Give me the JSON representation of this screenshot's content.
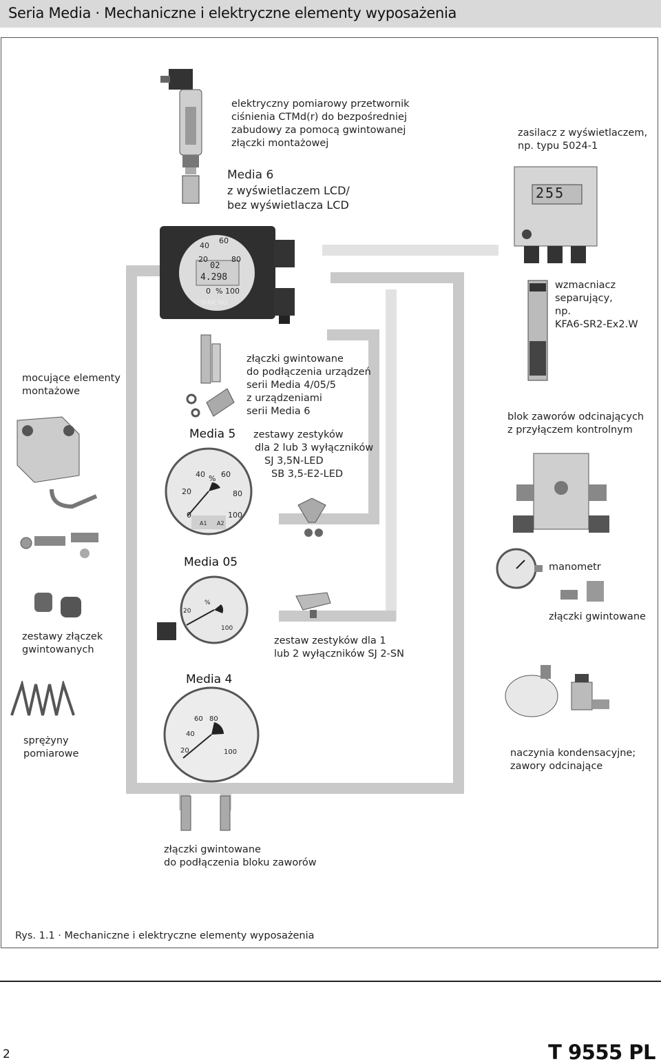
{
  "header": {
    "title": "Seria Media · Mechaniczne i elektryczne elementy wyposażenia"
  },
  "labels": {
    "transmitter": [
      "elektryczny pomiarowy przetwornik",
      "ciśnienia CTMd(r) do bezpośredniej",
      "zabudowy za pomocą gwintowanej",
      "złączki montażowej"
    ],
    "power_supply": [
      "zasilacz z wyświetlaczem,",
      "np. typu 5024-1"
    ],
    "media6": {
      "name": "Media 6",
      "desc": [
        "z wyświetlaczem LCD/",
        "bez wyświetlacza LCD"
      ]
    },
    "amplifier": [
      "wzmacniacz",
      "separujący,",
      "np.",
      "KFA6-SR2-Ex2.W"
    ],
    "mounting": [
      "mocujące elementy",
      "montażowe"
    ],
    "fittings_media": [
      "złączki gwintowane",
      "do podłączenia urządzeń",
      "serii Media 4/05/5",
      "z urządzeniami",
      "serii Media 6"
    ],
    "contacts": [
      "zestawy zestyków",
      "dla 2 lub 3 wyłączników",
      "SJ 3,5N-LED",
      "SB 3,5-E2-LED"
    ],
    "media5": "Media 5",
    "valve_block": [
      "blok zaworów odcinających",
      "z przyłączem kontrolnym"
    ],
    "media05": "Media 05",
    "manometer": "manometr",
    "fittings": "złączki gwintowane",
    "fitting_sets": [
      "zestawy złączek",
      "gwintowanych"
    ],
    "contact_set": [
      "zestaw zestyków dla 1",
      "lub 2 wyłączników SJ 2-SN"
    ],
    "media4": "Media 4",
    "springs": [
      "sprężyny",
      "pomiarowe"
    ],
    "condensers": [
      "naczynia kondensacyjne;",
      "zawory odcinające"
    ],
    "fittings_block": [
      "złączki gwintowane",
      "do podłączenia bloku zaworów"
    ]
  },
  "displays": {
    "psu_value": "255",
    "media6_values": [
      "02",
      "4.298"
    ],
    "media6_tank": "TANK NO.",
    "gauge_pct": "%",
    "media6_scale": [
      "20",
      "40",
      "60",
      "80",
      "0",
      "100"
    ],
    "media5_scale": [
      "40",
      "60",
      "20",
      "80",
      "0",
      "100"
    ],
    "media5_lamps": [
      "A1",
      "A2"
    ],
    "media05_scale": [
      "20",
      "%",
      "100"
    ],
    "media4_scale": [
      "60",
      "80",
      "40",
      "20",
      "100"
    ]
  },
  "caption": "Rys. 1.1  ·  Mechaniczne i elektryczne elementy wyposażenia",
  "footer": {
    "page": "2",
    "doc_code": "T 9555 PL"
  },
  "colors": {
    "connector": "#c9c9c9",
    "connector_light": "#e2e2e2",
    "header": "#d9d9d9"
  }
}
